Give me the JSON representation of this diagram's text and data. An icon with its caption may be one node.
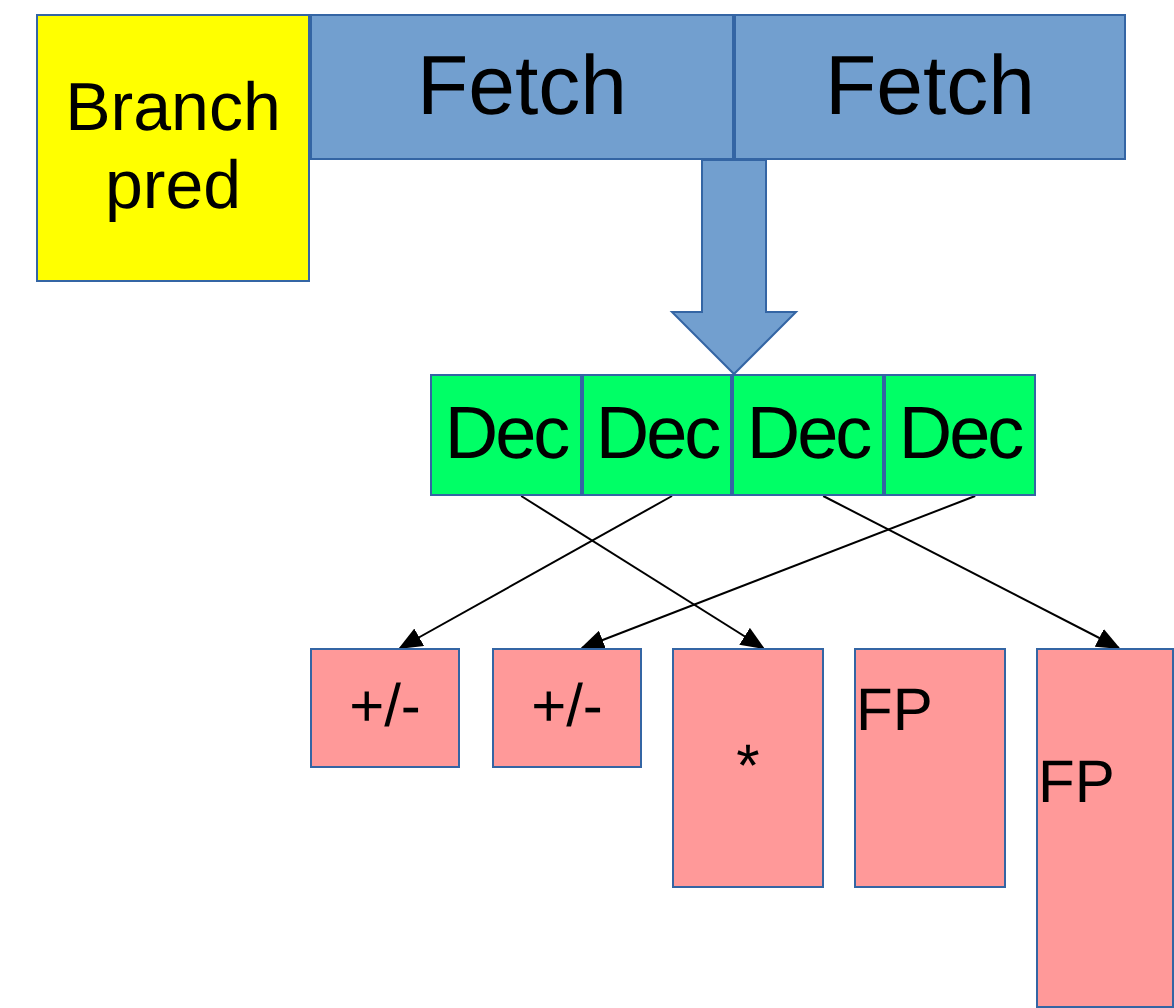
{
  "diagram": {
    "nodes": [
      {
        "text": [
          "Branch pred"
        ]
      },
      {
        "text": [
          "Fetch"
        ]
      },
      {
        "text": [
          "Fetch"
        ]
      },
      {
        "text": [
          "Dec"
        ]
      },
      {
        "text": [
          "Dec"
        ]
      },
      {
        "text": [
          "Dec"
        ]
      },
      {
        "text": [
          "Dec"
        ]
      },
      {
        "text": [
          "+/-"
        ]
      },
      {
        "text": [
          "+/-"
        ]
      },
      {
        "text": [
          "*"
        ]
      },
      {
        "text": [
          "FP"
        ]
      },
      {
        "text": [
          "FP"
        ]
      }
    ],
    "edges": [
      {
        "from": 1,
        "to": 4,
        "arrow": "to",
        "style": "thick",
        "color": "#729fcf"
      },
      {
        "from": 3,
        "to": 9,
        "arrow": "to"
      },
      {
        "from": 4,
        "to": 7,
        "arrow": "to"
      },
      {
        "from": 5,
        "to": 11,
        "arrow": "to"
      },
      {
        "from": 6,
        "to": 8,
        "arrow": "to"
      }
    ]
  }
}
